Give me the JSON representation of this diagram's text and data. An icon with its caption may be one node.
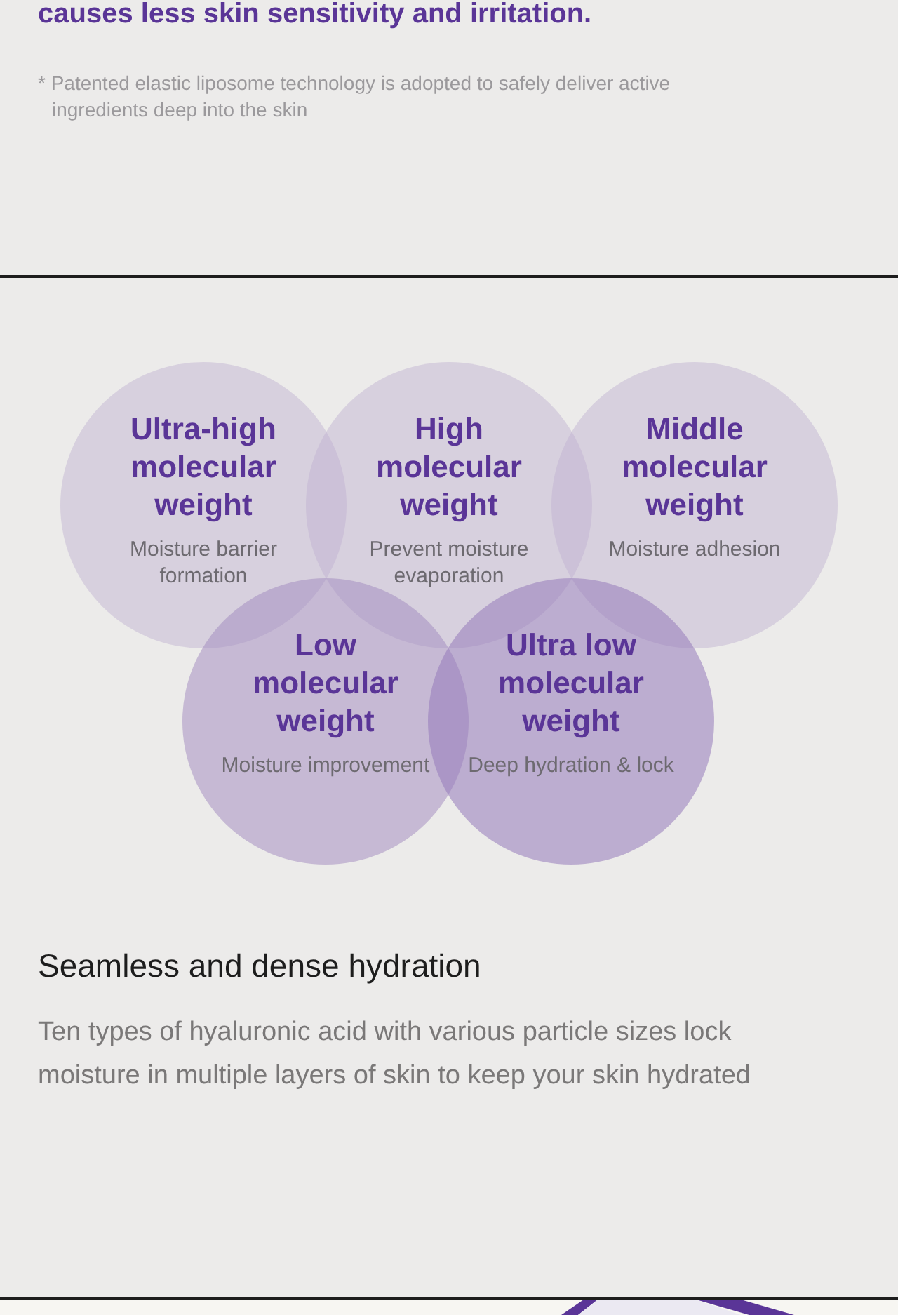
{
  "diagram": {
    "nodes": [
      {
        "text": [
          "Ultra-high molecular weight",
          "Moisture barrier formation"
        ]
      },
      {
        "text": [
          "High molecular weight",
          "Prevent moisture evaporation"
        ]
      },
      {
        "text": [
          "Middle molecular weight",
          "Moisture adhesion"
        ]
      },
      {
        "text": [
          "Low molecular weight",
          "Moisture improvement"
        ]
      },
      {
        "text": [
          "Ultra low molecular weight",
          "Deep hydration & lock"
        ]
      }
    ],
    "labels": [
      "causes less skin sensitivity and irritation.",
      "* Patented elastic liposome technology is adopted to safely deliver active ingredients deep into the skin",
      "Seamless and dense hydration",
      "Ten types of hyaluronic acid with various particle sizes lock moisture in multiple layers of skin to keep your skin hydrated"
    ]
  }
}
